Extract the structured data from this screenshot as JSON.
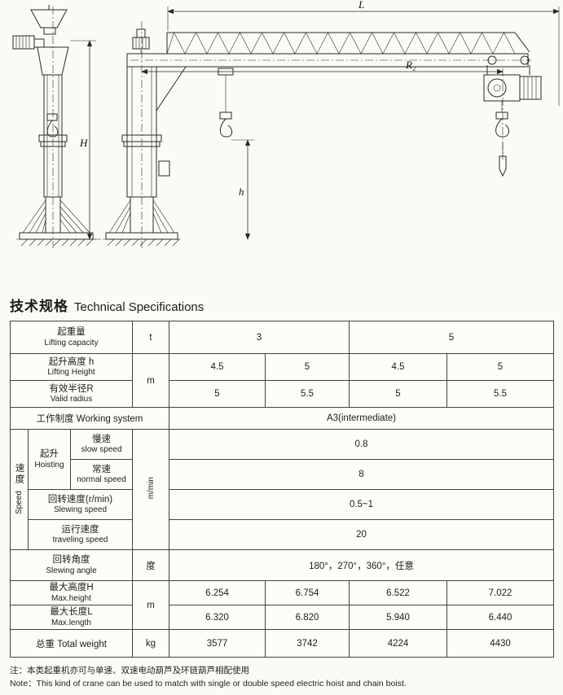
{
  "colors": {
    "paper": "#fbfaf5",
    "ink": "#2a2a26"
  },
  "drawing": {
    "labels": {
      "L": "L",
      "H": "H",
      "h": "h",
      "R2": "R₂"
    }
  },
  "title": {
    "zh": "技术规格",
    "en": "Technical Specifications"
  },
  "table": {
    "lifting_capacity": {
      "zh": "起重量",
      "en": "Lifting capacity",
      "unit": "t",
      "v1": "3",
      "v2": "5"
    },
    "lifting_height": {
      "zh": "起升高度 h",
      "en": "Lifting Height",
      "unit": "m",
      "v": [
        "4.5",
        "5",
        "4.5",
        "5"
      ]
    },
    "valid_radius": {
      "zh": "有效半径R",
      "en": "Valid radius",
      "v": [
        "5",
        "5.5",
        "5",
        "5.5"
      ]
    },
    "working_system": {
      "zh": "工作制度",
      "en": "Working system",
      "value": "A3(intermediate)"
    },
    "speed": {
      "zh": "速度",
      "en": "Speed",
      "unit": "m/min"
    },
    "hoisting": {
      "zh": "起升",
      "en": "Hoisting"
    },
    "slow_speed": {
      "zh": "慢速",
      "en": "slow speed",
      "value": "0.8"
    },
    "normal_speed": {
      "zh": "常速",
      "en": "normal speed",
      "value": "8"
    },
    "slewing_speed": {
      "zh": "回转速度(r/min)",
      "en": "Slewing speed",
      "value": "0.5~1"
    },
    "traveling_speed": {
      "zh": "运行速度",
      "en": "traveling speed",
      "value": "20"
    },
    "slewing_angle": {
      "zh": "回转角度",
      "en": "Slewing angle",
      "unit": "度",
      "value": "180°，270°，360°，任意"
    },
    "max_height": {
      "zh": "最大高度H",
      "en": "Max.height",
      "unit": "m",
      "v": [
        "6.254",
        "6.754",
        "6.522",
        "7.022"
      ]
    },
    "max_length": {
      "zh": "最大长度L",
      "en": "Max.length",
      "v": [
        "6.320",
        "6.820",
        "5.940",
        "6.440"
      ]
    },
    "total_weight": {
      "zh": "总重",
      "en": "Total weight",
      "unit": "kg",
      "v": [
        "3577",
        "3742",
        "4224",
        "4430"
      ]
    }
  },
  "notes": {
    "zh": "注：本类起重机亦可与单速、双速电动葫芦及环链葫芦相配使用",
    "en": "Note：This kind of crane can be used to match with single or double speed electric hoist and chain boist."
  }
}
